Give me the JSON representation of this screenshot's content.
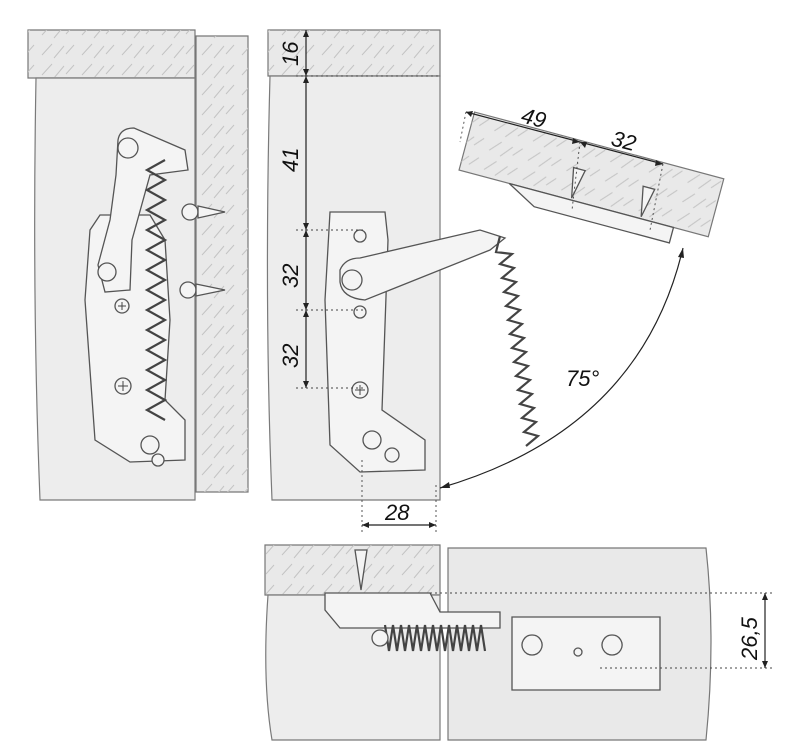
{
  "dimensions": {
    "d16": "16",
    "d41": "41",
    "d32a": "32",
    "d32b": "32",
    "d49": "49",
    "d32c": "32",
    "d28": "28",
    "angle": "75°",
    "d26_5": "26,5"
  },
  "colors": {
    "wood": "#e9e9e9",
    "panel": "#ededed",
    "line": "#222222"
  }
}
